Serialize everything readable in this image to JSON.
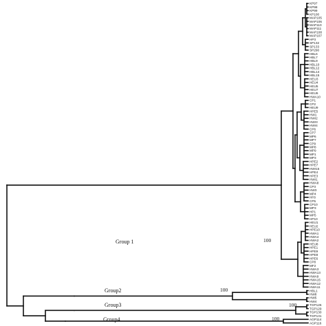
{
  "tree": {
    "leaves": [
      "KP97",
      "KP98",
      "KP99",
      "KP100",
      "MAP105",
      "MAP106",
      "MAP110",
      "MAP111",
      "MAP108",
      "MAP107",
      "HP3",
      "SP132",
      "SP133",
      "SP290",
      "HBL6",
      "HBL7",
      "HBL9",
      "HBL10",
      "HBL12",
      "HBL14",
      "HBL15",
      "HEU3",
      "HEU4",
      "HEU5",
      "HEU7",
      "HEU6",
      "HWA10",
      "CP1",
      "CP2",
      "HEU9",
      "HPE5",
      "HW1",
      "HWI2",
      "HWI3",
      "HWI4",
      "CP6",
      "CP7",
      "MP6",
      "MP7",
      "CP9",
      "MP8",
      "MP9",
      "MP1",
      "MP3",
      "HPE2",
      "HPE7",
      "HWI15",
      "HPE4",
      "HPE3",
      "HWI1",
      "HWA8",
      "CP3",
      "HW3",
      "MP4",
      "HF8",
      "CP5",
      "CP10",
      "MP3",
      "HP1",
      "MP5",
      "HP10",
      "HEU1",
      "HEU2",
      "HPE10",
      "HWA1",
      "HWA4",
      "HWA2",
      "HEU8",
      "HPE1",
      "HPE9",
      "HPE8",
      "HPE6",
      "CP8",
      "MF2",
      "HWA3",
      "HWA13",
      "HWA9",
      "HWA15",
      "HWA12",
      "HWA11",
      "HBL1",
      "HW8",
      "HW5",
      "HW4",
      "TGP126",
      "TGP129",
      "TGP130",
      "TGP131",
      "AGP114",
      "AGP116"
    ],
    "groups": [
      {
        "name": "Group 1",
        "bootstrap": "100"
      },
      {
        "name": "Group2",
        "bootstrap": "100"
      },
      {
        "name": "Group3",
        "bootstrap": "100"
      },
      {
        "name": "Group4",
        "bootstrap": "100"
      }
    ]
  }
}
